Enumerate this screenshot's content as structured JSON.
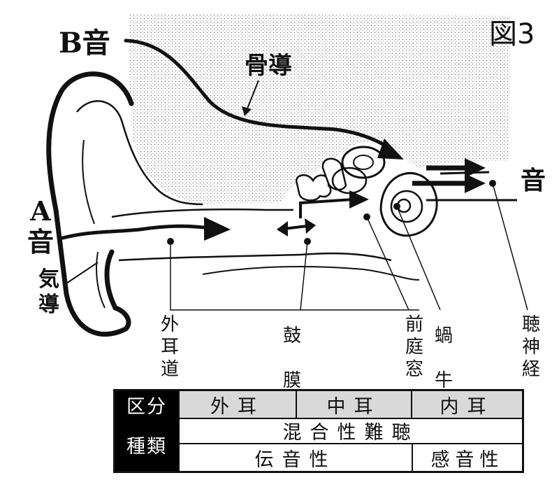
{
  "figure_label": "図3",
  "labels": {
    "b_sound": "B音",
    "a_sound": "A音",
    "bone_conduction": "骨導",
    "air_conduction": "気導",
    "sound_out": "音"
  },
  "parts": {
    "outer_ear_canal": "外耳道",
    "eardrum": "鼓膜",
    "oval_window": "前庭窓",
    "cochlea": "蝸牛",
    "auditory_nerve": "聴神経"
  },
  "table": {
    "header_label": "区分",
    "row_label": "種類",
    "divisions": [
      "外耳",
      "中耳",
      "内耳"
    ],
    "mixed": "混合性難聴",
    "conductive": "伝音性",
    "sensorineural": "感音性"
  }
}
